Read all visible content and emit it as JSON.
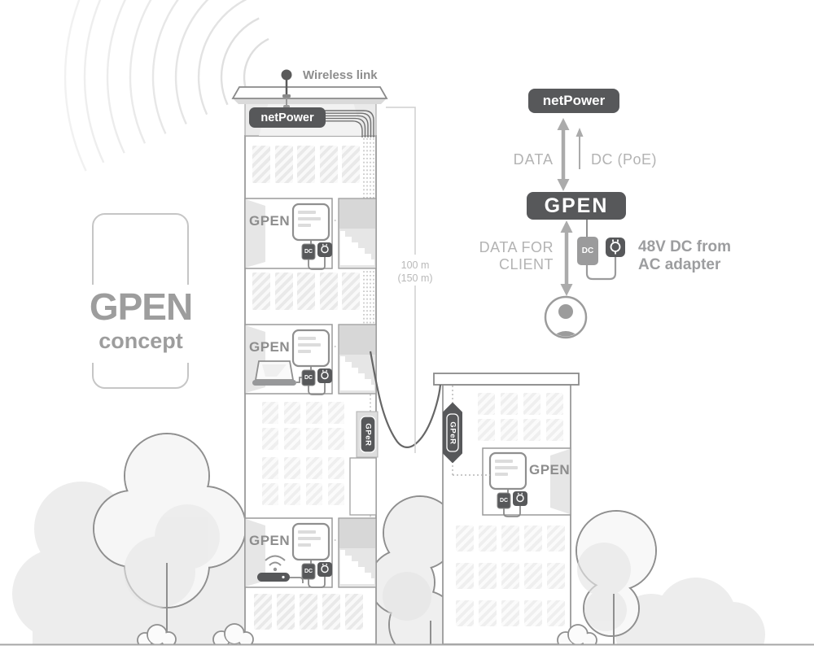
{
  "colors": {
    "badge_dark": "#57585a",
    "label_gray": "#8d8d8d",
    "muted_gray": "#b3b3b3",
    "bold_gray": "#9c9d9f"
  },
  "logo_card": {
    "title": "GPEN",
    "subtitle": "concept"
  },
  "scene": {
    "wireless_link_label": "Wireless link",
    "dimension_line1": "100 m",
    "dimension_line2": "(150 m)",
    "building_left": {
      "netpower_label": "netPower",
      "room1_label": "GPEN",
      "room2_label": "GPEN",
      "room3_label": "GPEN",
      "gper_label": "GPeR",
      "dc_label": "DC"
    },
    "building_right": {
      "room_label": "GPEN",
      "gper_label": "GPeR",
      "dc_label": "DC"
    }
  },
  "flow": {
    "netpower_label": "netPower",
    "gpen_label": "GPEN",
    "data_label": "DATA",
    "dc_poe_label": "DC (PoE)",
    "client_line1": "DATA FOR",
    "client_line2": "CLIENT",
    "adapter_line1": "48V DC from",
    "adapter_line2": "AC adapter",
    "dc_label": "DC"
  }
}
